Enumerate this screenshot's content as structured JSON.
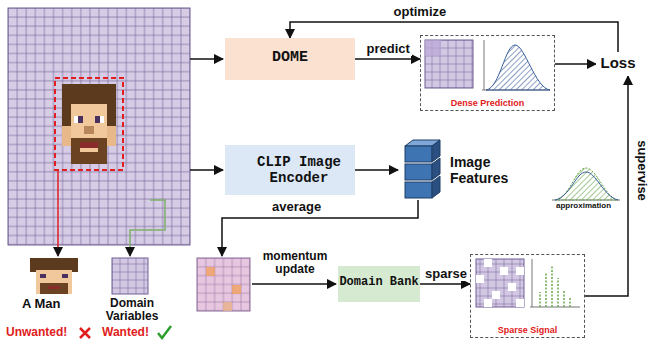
{
  "diagram": {
    "nodes": [
      {
        "text": [
          "DOME"
        ]
      },
      {
        "text": [
          "Dense Prediction"
        ]
      },
      {
        "text": [
          "Loss"
        ]
      },
      {
        "text": [
          "CLIP Image Encoder"
        ]
      },
      {
        "text": [
          "Image Features"
        ]
      },
      {
        "text": [
          "Domain Bank"
        ]
      },
      {
        "text": [
          "Sparse Signal"
        ]
      }
    ],
    "edges": [
      {
        "from": 0,
        "to": 1,
        "label": "predict",
        "arrow": "to"
      },
      {
        "from": 1,
        "to": 2,
        "arrow": "to"
      },
      {
        "from": 2,
        "to": 0,
        "label": "optimize",
        "arrow": "to"
      },
      {
        "from": 6,
        "to": 2,
        "label": "supervise",
        "arrow": "to"
      },
      {
        "from": 5,
        "to": 6,
        "label": "sparse",
        "arrow": "to"
      },
      {
        "from": 3,
        "to": 4,
        "arrow": "to"
      }
    ],
    "labels": [
      "average",
      "momentum update",
      "approximation",
      "A Man",
      "Domain Variables",
      "Unwanted!",
      "Wanted!"
    ]
  }
}
